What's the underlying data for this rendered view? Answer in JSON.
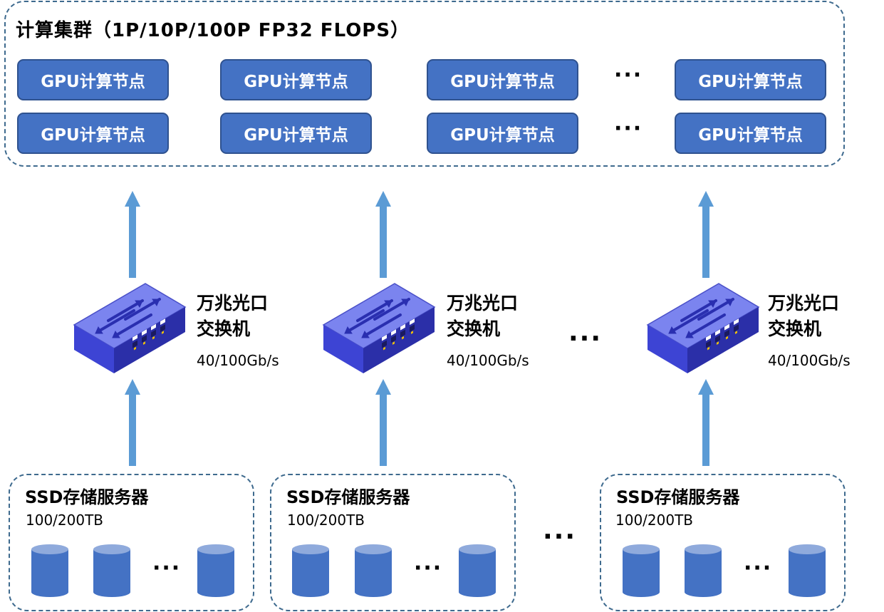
{
  "cluster": {
    "title": "计算集群（1P/10P/100P FP32 FLOPS）",
    "node_label": "GPU计算节点",
    "ellipsis": "···"
  },
  "switch": {
    "line1": "万兆光口",
    "line2": "交换机",
    "speed": "40/100Gb/s"
  },
  "storage": {
    "title": "SSD存储服务器",
    "capacity": "100/200TB",
    "ellipsis": "···"
  },
  "ellipsis_big": "···",
  "colors": {
    "node_fill": "#4472c4",
    "node_border": "#2f528f",
    "arrow": "#5b9bd5",
    "dashed_border": "#3e6a8e",
    "switch_top": "#7b84ef",
    "switch_front": "#3d44d4",
    "switch_side": "#2b2fa8"
  }
}
